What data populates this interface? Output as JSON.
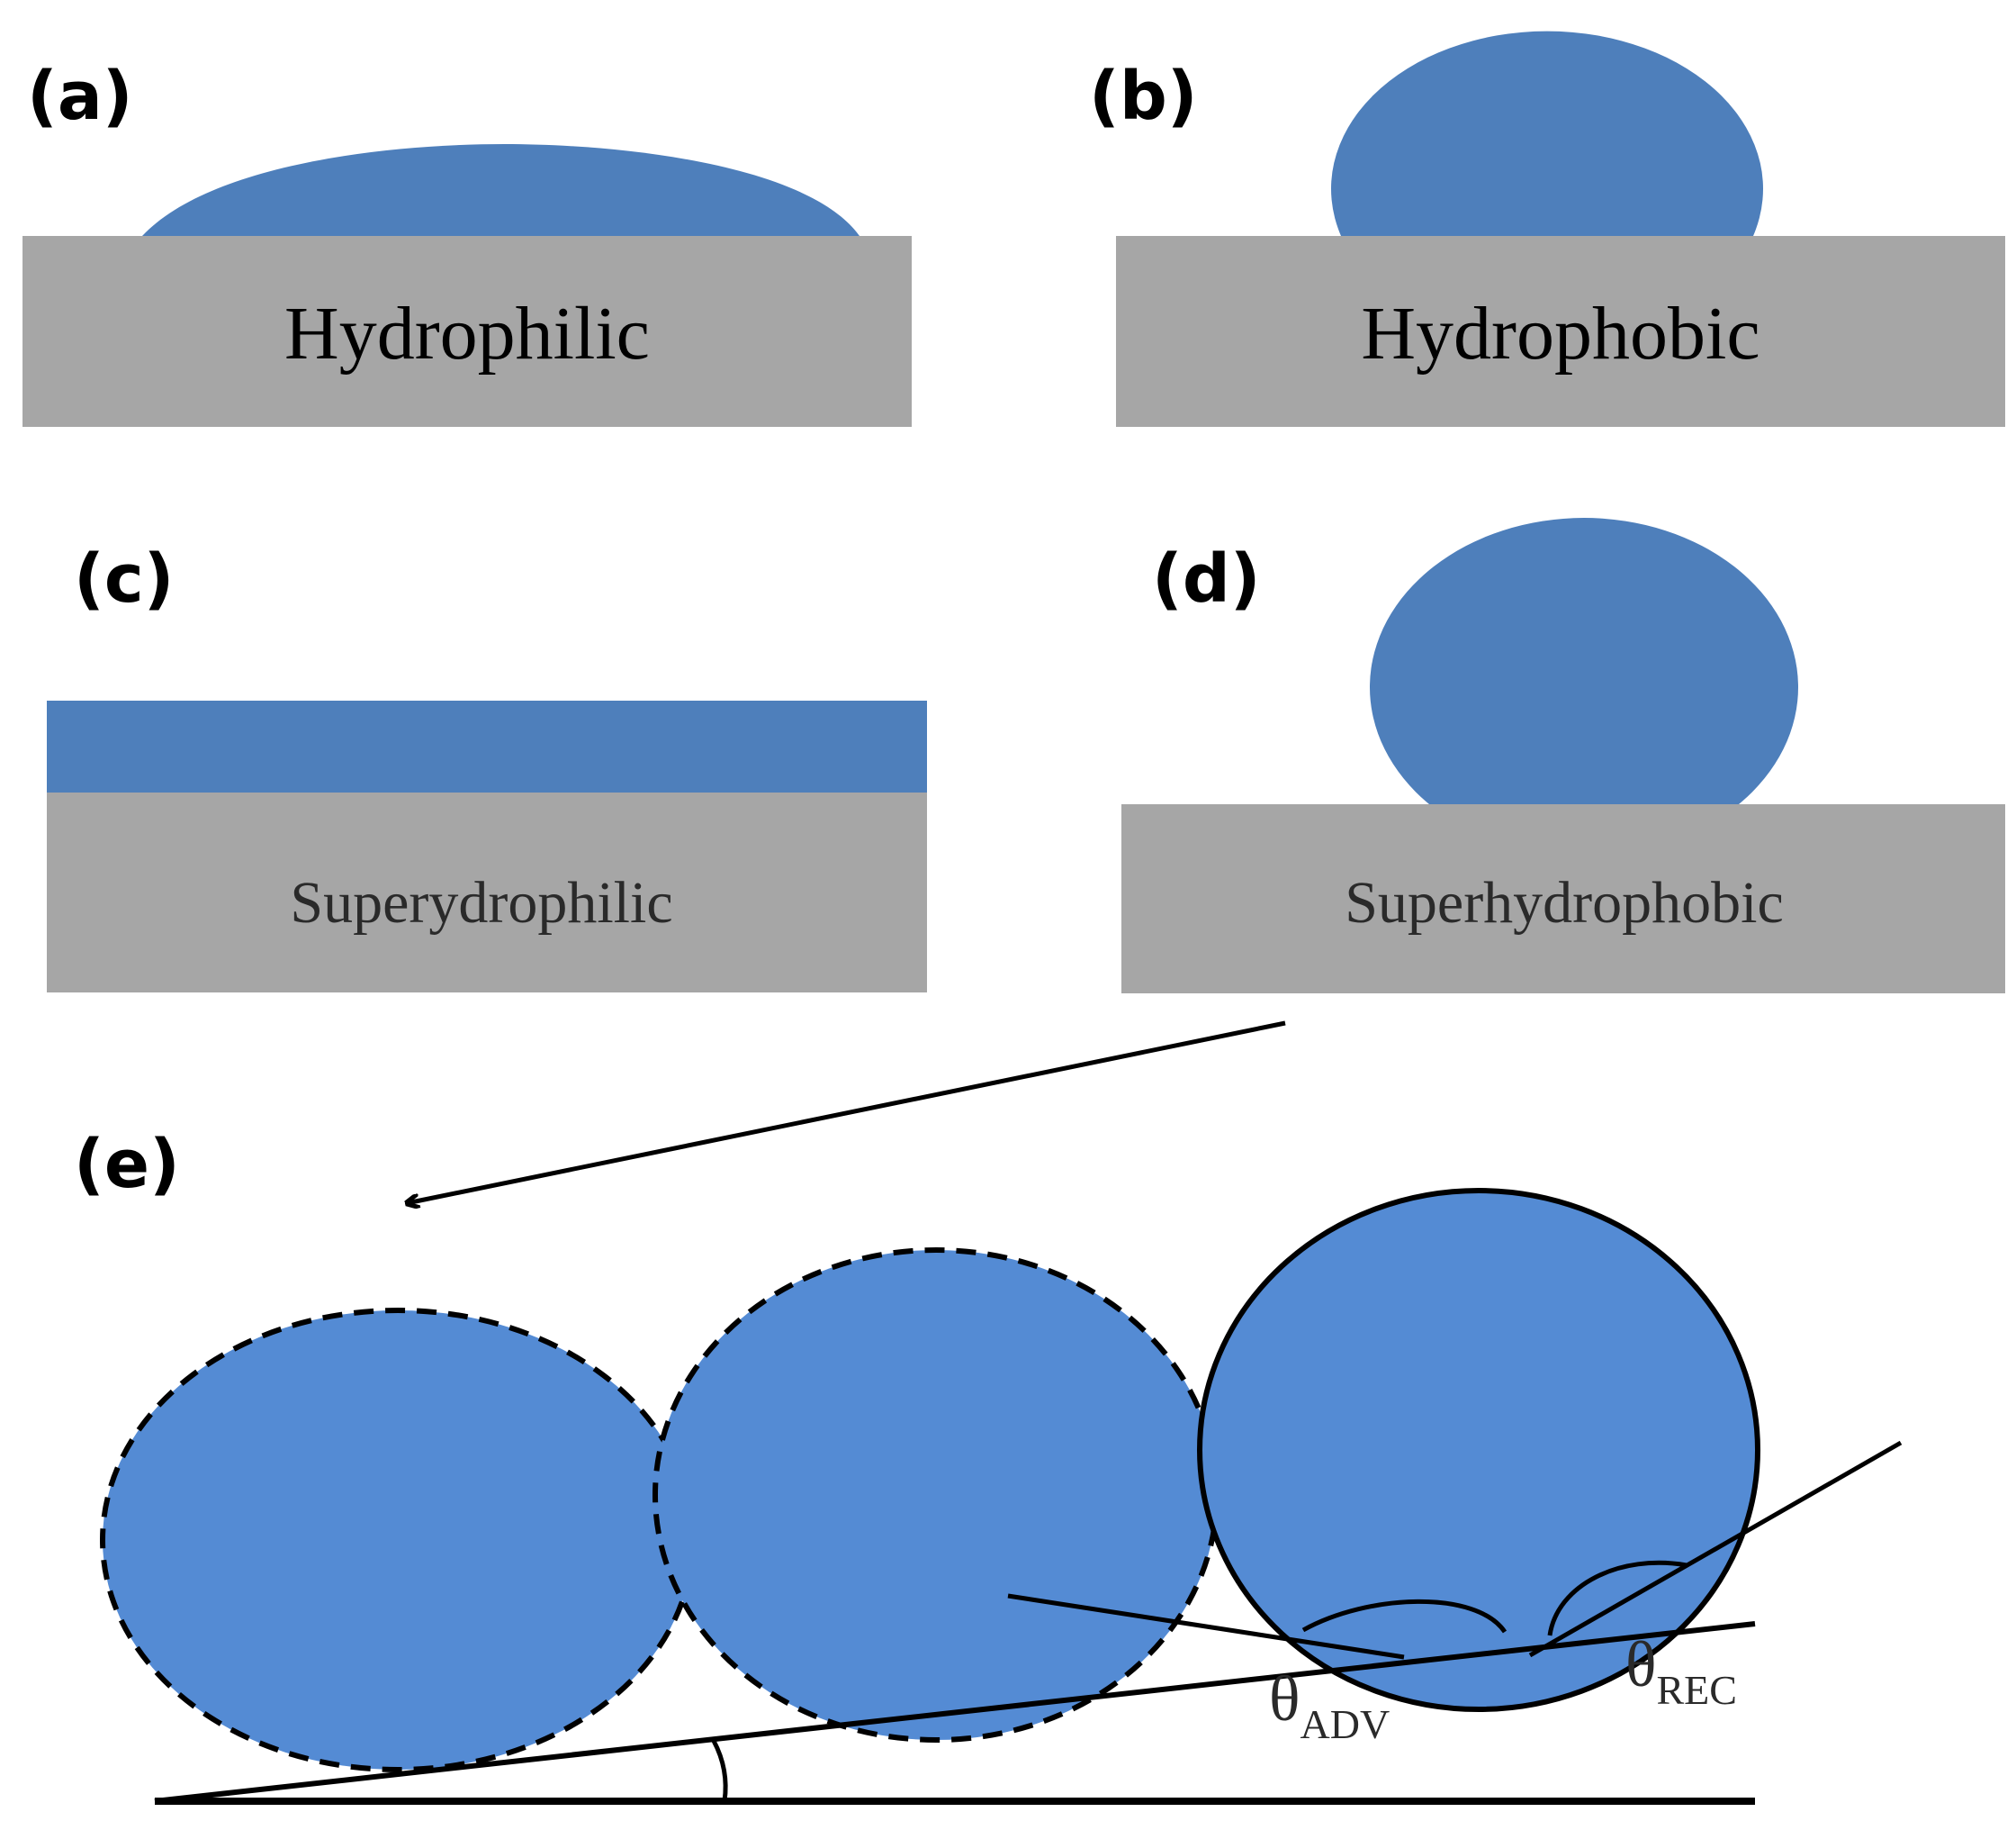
{
  "colors": {
    "droplet": "#4e7fbb",
    "droplet_e": "#548bd4",
    "substrate": "#a6a6a6",
    "line": "#000000"
  },
  "panels": {
    "a": {
      "label": "(a)",
      "surface": "Hydrophilic"
    },
    "b": {
      "label": "(b)",
      "surface": "Hydrophobic"
    },
    "c": {
      "label": "(c)",
      "surface": "Superydrophilic"
    },
    "d": {
      "label": "(d)",
      "surface": "Superhydrophobic"
    },
    "e": {
      "label": "(e)",
      "advancing": {
        "symbol": "θ",
        "sub": "ADV"
      },
      "receding": {
        "symbol": "θ",
        "sub": "REC"
      }
    }
  }
}
